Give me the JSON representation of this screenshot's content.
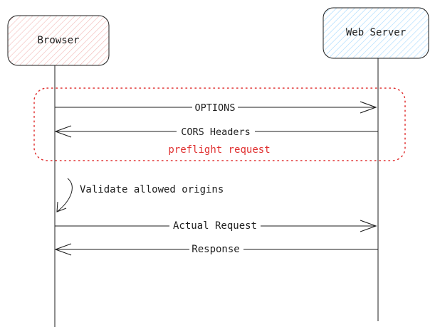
{
  "participants": {
    "browser": {
      "label": "Browser"
    },
    "server": {
      "label": "Web Server"
    }
  },
  "messages": [
    {
      "id": "options",
      "label": "OPTIONS",
      "direction": "to-server"
    },
    {
      "id": "cors-headers",
      "label": "CORS Headers",
      "direction": "to-browser"
    },
    {
      "id": "actual-request",
      "label": "Actual Request",
      "direction": "to-server"
    },
    {
      "id": "response",
      "label": "Response",
      "direction": "to-browser"
    }
  ],
  "groups": {
    "preflight": {
      "label": "preflight request",
      "color": "#e03131"
    }
  },
  "notes": {
    "validate": {
      "label": "Validate allowed origins"
    }
  },
  "colors": {
    "stroke": "#1e1e1e",
    "browser_hatch": "#f2b8b5",
    "server_hatch": "#a5d8ff",
    "group_border": "#e03131"
  }
}
